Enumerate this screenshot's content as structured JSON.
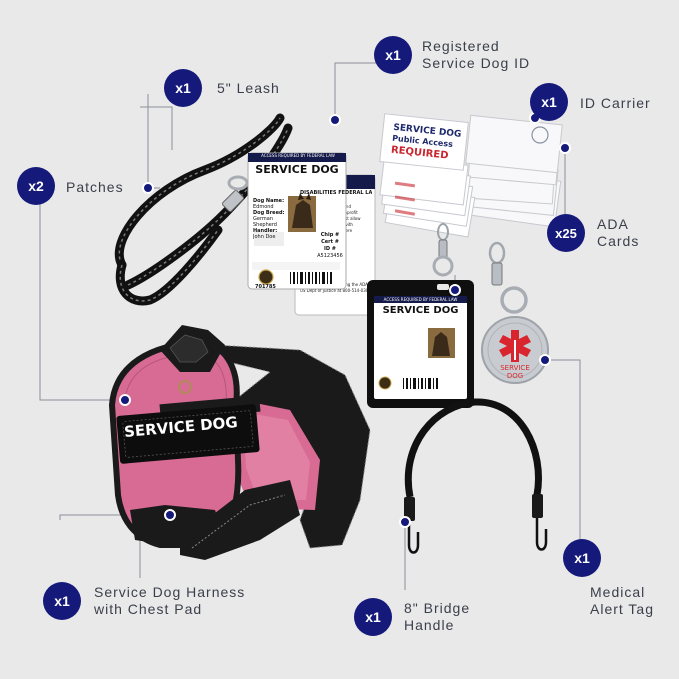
{
  "items": {
    "id": {
      "count": "x1",
      "line1": "Registered",
      "line2": "Service Dog ID"
    },
    "leash": {
      "count": "x1",
      "label": "5\" Leash"
    },
    "carrier": {
      "count": "x1",
      "label": "ID Carrier"
    },
    "patches": {
      "count": "x2",
      "label": "Patches"
    },
    "cards": {
      "count": "x25",
      "line1": "ADA",
      "line2": "Cards"
    },
    "harness": {
      "count": "x1",
      "line1": "Service Dog Harness",
      "line2": "with Chest Pad"
    },
    "bridge": {
      "count": "x1",
      "line1": "8\" Bridge",
      "line2": "Handle"
    },
    "tag": {
      "count": "x1",
      "line1": "Medical",
      "line2": "Alert Tag"
    }
  },
  "product_text": {
    "harness_patch": "SERVICE DOG",
    "id_header": "ACCESS REQUIRED BY FEDERAL LAW",
    "id_title": "SERVICE DOG",
    "id_dog_name_label": "Dog Name:",
    "id_dog_name": "Edmond",
    "id_breed_label": "Dog Breed:",
    "id_breed": "German Shepherd",
    "id_handler_label": "Handler:",
    "id_handler": "John Doe",
    "id_chip_label": "Chip #",
    "id_cert_label": "Cert #",
    "id_number_label": "ID #",
    "id_number": "A5123456",
    "id_reg": "701785",
    "id_back_header": "DISABILITIES FEDERAL LAW",
    "card_line1": "SERVICE DOG",
    "card_line2": "Public Access",
    "card_line3": "REQUIRED",
    "carrier_header": "ACCESS REQUIRED BY FEDERAL LAW",
    "carrier_title": "SERVICE DOG",
    "tag_line1": "SERVICE",
    "tag_line2": "DOG"
  },
  "colors": {
    "badge": "#14197a",
    "callout_line": "#8a8f99",
    "label_text": "#3a3f4a",
    "harness_pink": "#d86b93",
    "webbing": "#1a1a1a",
    "medical_red": "#d9262e"
  }
}
